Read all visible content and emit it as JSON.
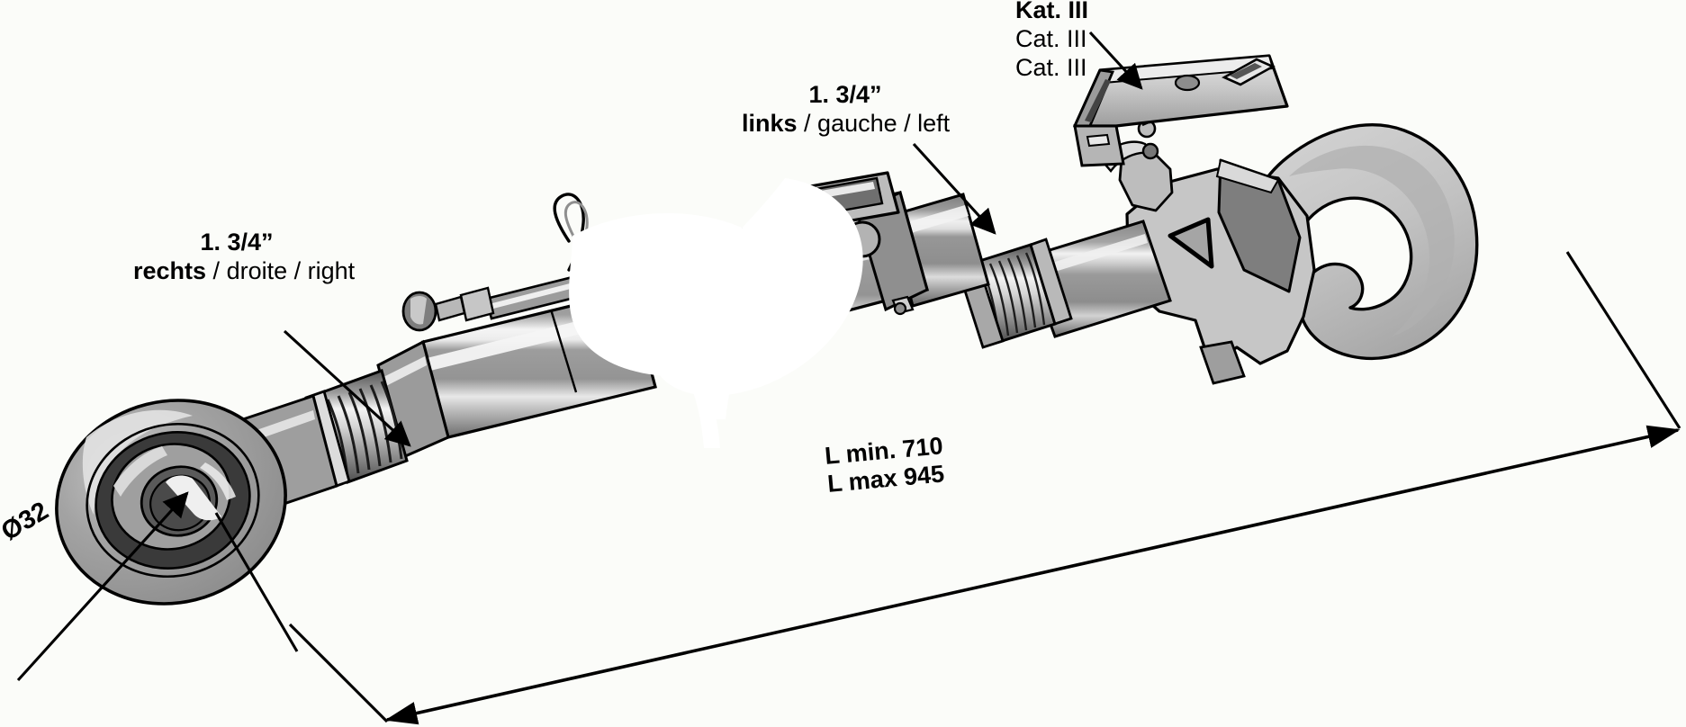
{
  "figure": {
    "title": "Top link (Oberlenker) technical illustration",
    "background_color": "#fbfcf9",
    "line_color": "#000000"
  },
  "callouts": {
    "thread_right": {
      "size": "1. 3/4”",
      "de": "rechts",
      "sep1": " / ",
      "fr": "droite",
      "sep2": " / ",
      "en": "right"
    },
    "thread_left": {
      "size": "1. 3/4”",
      "de": "links",
      "sep1": " / ",
      "fr": "gauche",
      "sep2": " / ",
      "en": "left"
    },
    "category": {
      "de": "Kat. III",
      "fr": "Cat. III",
      "en": "Cat. III"
    },
    "diameter": "Ø32",
    "length_min": "L min. 710",
    "length_max": "L max 945"
  },
  "icons": {
    "arrow": "arrow-icon",
    "dimension_arrow": "dimension-arrow-icon",
    "leaf_watermark": "leaf-watermark-icon"
  },
  "palette": {
    "outline": "#000000",
    "metal_mid": "#9a9a9a",
    "metal_light": "#c9c9c9",
    "metal_lighter": "#d8d8d8",
    "metal_highlight": "#f2f2f2",
    "metal_dark": "#6f6f6f",
    "metal_darker": "#4a4a4a",
    "metal_shadow": "#3a3a3a",
    "hook_light": "#c3c3c3",
    "hook_mid": "#a8a8a8",
    "watermark": "#ffffff"
  }
}
